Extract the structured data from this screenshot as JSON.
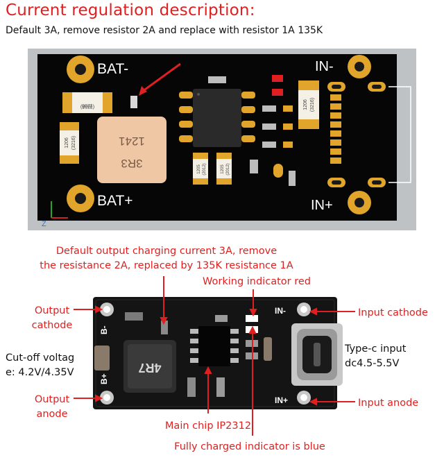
{
  "header": {
    "title": "Current regulation description:",
    "subtitle": "Default 3A, remove resistor 2A and replace with resistor 1A 135K"
  },
  "render": {
    "labels": {
      "bat_minus": "BAT-",
      "bat_plus": "BAT+",
      "in_minus": "IN-",
      "in_plus": "IN+",
      "inductor_top": "1241",
      "inductor_bottom": "3R3",
      "axis_z": "Z",
      "resistor_left": "1206",
      "resistor_left_sub": "(3216)",
      "resistor_left2": "1206",
      "resistor_left2_sub": "(3216)",
      "resistor_right": "1206",
      "resistor_right_sub": "(3216)",
      "cap_a": "1205",
      "cap_a_sub": "(2012)",
      "cap_b": "1205",
      "cap_b_sub": "(2012)"
    }
  },
  "annotations": {
    "default_current": "Default output charging current 3A, remove",
    "default_current_2": "the resistance 2A, replaced by 135K resistance 1A",
    "working_indicator": "Working indicator red",
    "output_cathode": "Output",
    "output_cathode_2": "cathode",
    "cutoff_voltage": "Cut-off voltag",
    "cutoff_voltage_2": "e: 4.2V/4.35V",
    "output_anode": "Output",
    "output_anode_2": "anode",
    "input_cathode": "Input cathode",
    "typec_input": "Type-c input",
    "typec_input_2": "dc4.5-5.5V",
    "input_anode": "Input anode",
    "main_chip": "Main chip IP2312",
    "fully_charged": "Fully charged indicator is blue"
  },
  "photo": {
    "silk": {
      "b_minus": "B-",
      "b_plus": "B+",
      "in_minus": "IN-",
      "in_plus": "IN+",
      "inductor": "4R7"
    }
  },
  "colors": {
    "accent": "#e02020",
    "pcb_render": "#080808",
    "pcb_photo": "#141414",
    "pad_gold": "#e0a52a"
  }
}
